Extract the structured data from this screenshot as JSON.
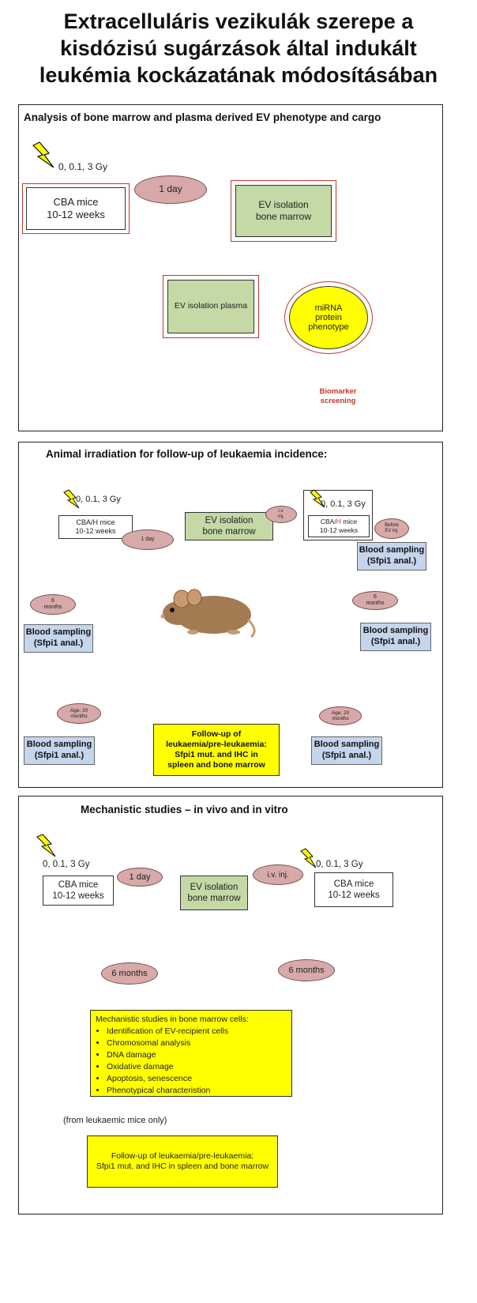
{
  "title_lines": [
    "Extracelluláris vezikulák szerepe a",
    "kisdózisú sugárzások által indukált",
    "leukémia kockázatának módosításában"
  ],
  "panel1": {
    "title": "Analysis of bone marrow and plasma derived EV phenotype and cargo",
    "dose": "0, 0.1, 3 Gy",
    "mice_line1": "CBA mice",
    "mice_line2": "10-12 weeks",
    "day": "1 day",
    "ev_bm_line1": "EV isolation",
    "ev_bm_line2": "bone marrow",
    "ev_plasma": "EV isolation plasma",
    "cargo_line1": "miRNA",
    "cargo_line2": "protein",
    "cargo_line3": "phenotype",
    "biomarker_line1": "Biomarker",
    "biomarker_line2": "screening"
  },
  "panel2": {
    "title": "Animal irradiation for follow-up of leukaemia incidence:",
    "dose_left": "0, 0.1, 3 Gy",
    "dose_right": "0, 0.1, 3 Gy",
    "mice_left_line1": "CBA/H mice",
    "mice_left_line2": "10-12 weeks",
    "mice_right_prefix": "CBA/",
    "mice_right_h": "H",
    "mice_right_suffix": " mice",
    "mice_right_line2": "10-12 weeks",
    "day": "1 day",
    "ev_line1": "EV isolation",
    "ev_line2": "bone marrow",
    "iv_line1": "i.v.",
    "iv_line2": "inj.",
    "before_line1": "Before",
    "before_line2": "EV inj.",
    "blood_label": "Blood sampling",
    "blood_sub": "(Sfpi1 anal.)",
    "six_line1": "6",
    "six_line2": "months",
    "age_line1": "Age: 20",
    "age_line2": "months",
    "followup_line1": "Follow-up of",
    "followup_line2": "leukaemia/pre-leukaemia:",
    "followup_line3": "Sfpi1 mut. and IHC in",
    "followup_line4": "spleen and bone marrow"
  },
  "panel3": {
    "title": "Mechanistic studies – in vivo and in vitro",
    "dose_left": "0, 0.1, 3 Gy",
    "dose_right": "0, 0.1, 3 Gy",
    "mice_line1": "CBA mice",
    "mice_line2": "10-12 weeks",
    "day": "1 day",
    "ev_line1": "EV isolation",
    "ev_line2": "bone marrow",
    "iv": "i.v. inj.",
    "six_months": "6 months",
    "mech_title": "Mechanistic studies in bone marrow cells:",
    "mech_items": [
      "Identification of EV-recipient cells",
      "Chromosomal analysis",
      "DNA damage",
      "Oxidative damage",
      "Apoptosis, senescence",
      "Phenotypical characteristion"
    ],
    "from_leukaemic": "(from leukaemic mice only)",
    "followup_line1": "Follow-up of leukaemia/pre-leukaemia:",
    "followup_line2": "Sfpi1 mut. and IHC in spleen and bone marrow"
  }
}
